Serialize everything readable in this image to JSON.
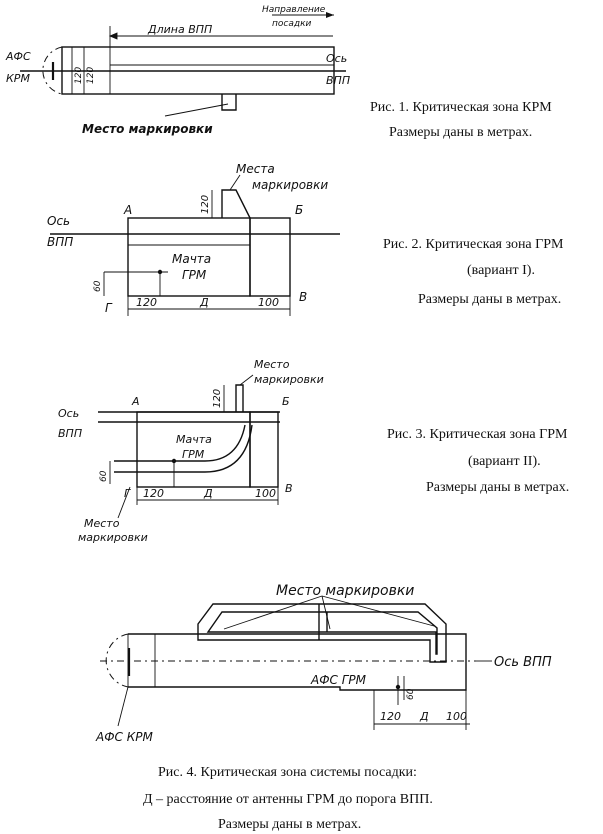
{
  "fig1": {
    "caption1": "Рис. 1. Критическая зона КРМ",
    "caption2": "Размеры даны в метрах.",
    "afs": "АФС",
    "krm": "КРМ",
    "length_label": "Длина ВПП",
    "landing_dir1": "Направление",
    "landing_dir2": "посадки",
    "axis1": "Ось",
    "axis2": "ВПП",
    "dim_v": "120",
    "dim_v2": "120",
    "marking": "Место маркировки"
  },
  "fig2": {
    "caption1": "Рис. 2. Критическая зона ГРМ",
    "caption2": "(вариант I).",
    "caption3": "Размеры даны в метрах.",
    "marking1": "Места",
    "marking2": "маркировки",
    "axis1": "Ось",
    "axis2": "ВПП",
    "pt_a": "А",
    "pt_b": "Б",
    "pt_v": "В",
    "pt_g": "Г",
    "mast1": "Мачта",
    "mast2": "ГРМ",
    "dim_top": "120",
    "dim_left": "60",
    "dim_120": "120",
    "dim_d": "Д",
    "dim_100": "100"
  },
  "fig3": {
    "caption1": "Рис. 3. Критическая зона ГРМ",
    "caption2": "(вариант II).",
    "caption3": "Размеры даны в метрах.",
    "marking1": "Место",
    "marking2": "маркировки",
    "axis1": "Ось",
    "axis2": "ВПП",
    "pt_a": "А",
    "pt_b": "Б",
    "pt_v": "В",
    "pt_g": "Г",
    "mast1": "Мачта",
    "mast2": "ГРМ",
    "dim_top": "120",
    "dim_left": "60",
    "dim_120": "120",
    "dim_d": "Д",
    "dim_100": "100",
    "marking_bot1": "Место",
    "marking_bot2": "маркировки"
  },
  "fig4": {
    "marking": "Место маркировки",
    "axis": "Ось ВПП",
    "afs_grm": "АФС ГРМ",
    "dim_60": "60",
    "dim_120": "120",
    "dim_d": "Д",
    "dim_100": "100",
    "afs_krm": "АФС КРМ",
    "caption1": "Рис. 4. Критическая зона системы посадки:",
    "caption2": "Д – расстояние от антенны ГРМ до порога ВПП.",
    "caption3": "Размеры даны в метрах."
  }
}
